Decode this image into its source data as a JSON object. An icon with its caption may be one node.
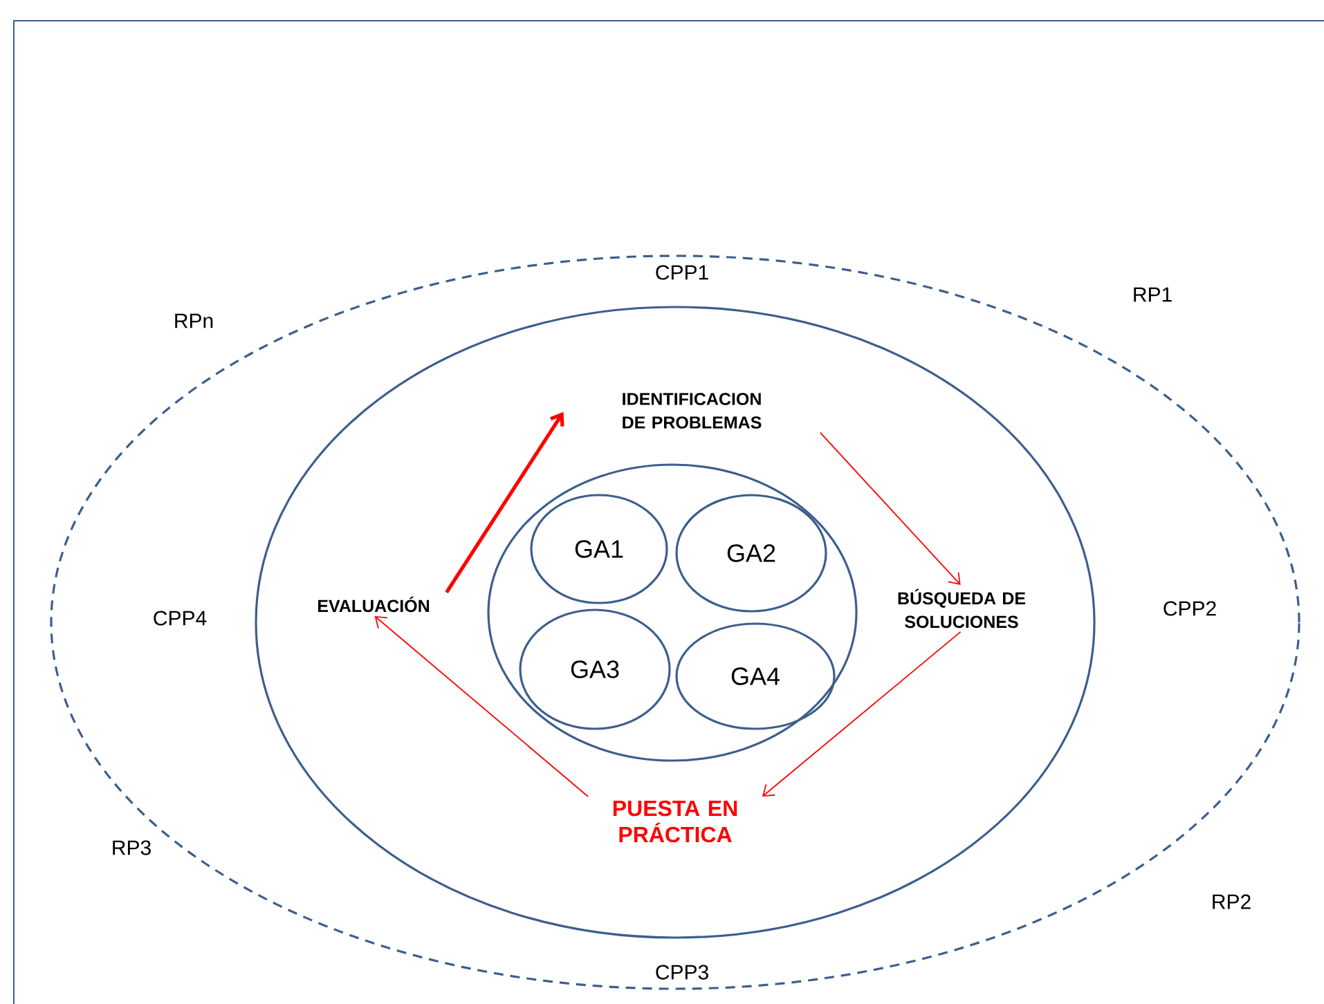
{
  "diagram": {
    "nodes": [
      {
        "text": [
          "CPP1",
          "CPP4",
          "CPP2",
          "CPP3"
        ]
      },
      {
        "text": [],
        "shape": "ellipse",
        "in": 0
      },
      {
        "text": [
          "IDENTIFICACION DE PROBLEMAS"
        ],
        "in": 1
      },
      {
        "text": [
          "EVALUACIÓN"
        ],
        "in": 1
      },
      {
        "text": [],
        "shape": "ellipse",
        "in": 1
      },
      {
        "text": [
          "GA1"
        ],
        "in": 4
      },
      {
        "text": [
          "GA2"
        ],
        "in": 4
      },
      {
        "text": [
          "GA3"
        ],
        "in": 4
      },
      {
        "text": [
          "GA4"
        ],
        "in": 4
      },
      {
        "text": [
          "BÚSQUEDA DE SOLUCIONES"
        ],
        "in": 1
      },
      {
        "text": [
          "PUESTA EN PRÁCTICA"
        ],
        "in": 1
      }
    ],
    "edges": [
      {
        "from": 3,
        "to": 2,
        "arrow": "to",
        "style": "thick"
      },
      {
        "from": 2,
        "to": 9,
        "arrow": "to"
      },
      {
        "from": 9,
        "to": 10,
        "arrow": "to"
      },
      {
        "from": 10,
        "to": 3,
        "arrow": "to"
      }
    ],
    "labels": [
      "RPn",
      "RP1",
      "RP3",
      "RP2"
    ]
  }
}
